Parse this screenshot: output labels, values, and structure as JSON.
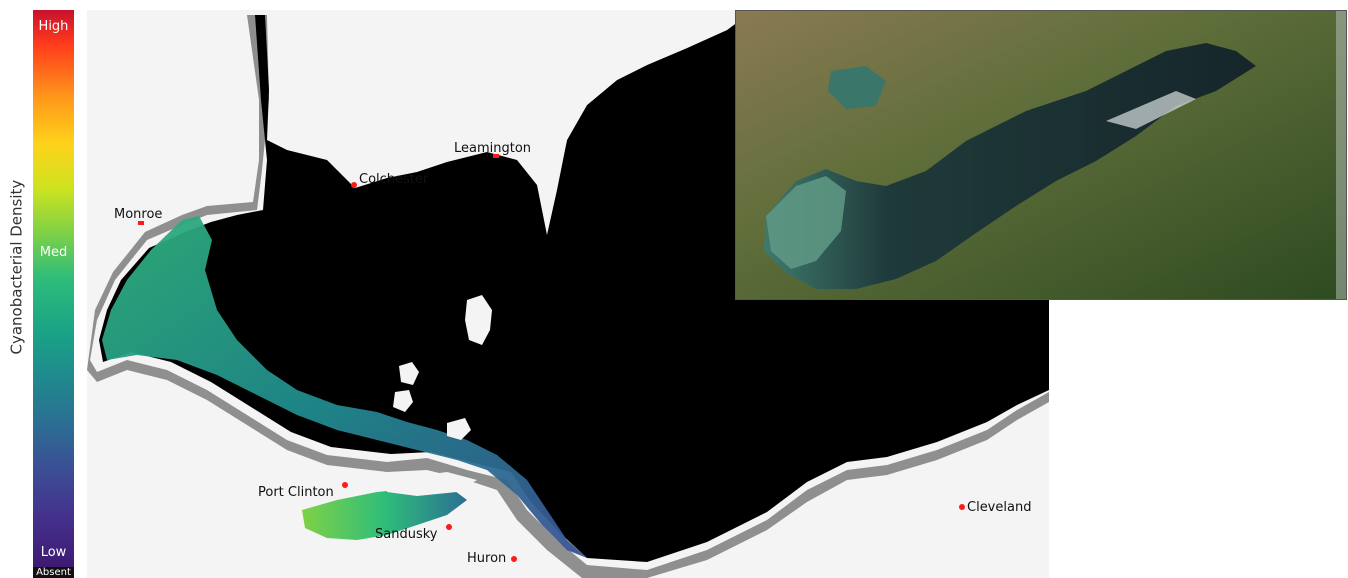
{
  "legend": {
    "axis_label": "Cyanobacterial Density",
    "high_label": "High",
    "med_label": "Med",
    "low_label": "Low",
    "absent_label": "Absent"
  },
  "colors": {
    "water_absent": "#000000",
    "land": "#f4f4f4",
    "no_data": "#8f8f8f",
    "city_marker": "#ff1a1a"
  },
  "cities": [
    {
      "name": "Leamington"
    },
    {
      "name": "Colchester"
    },
    {
      "name": "Monroe"
    },
    {
      "name": "Port Clinton"
    },
    {
      "name": "Sandusky"
    },
    {
      "name": "Huron"
    },
    {
      "name": "Cleveland"
    }
  ]
}
